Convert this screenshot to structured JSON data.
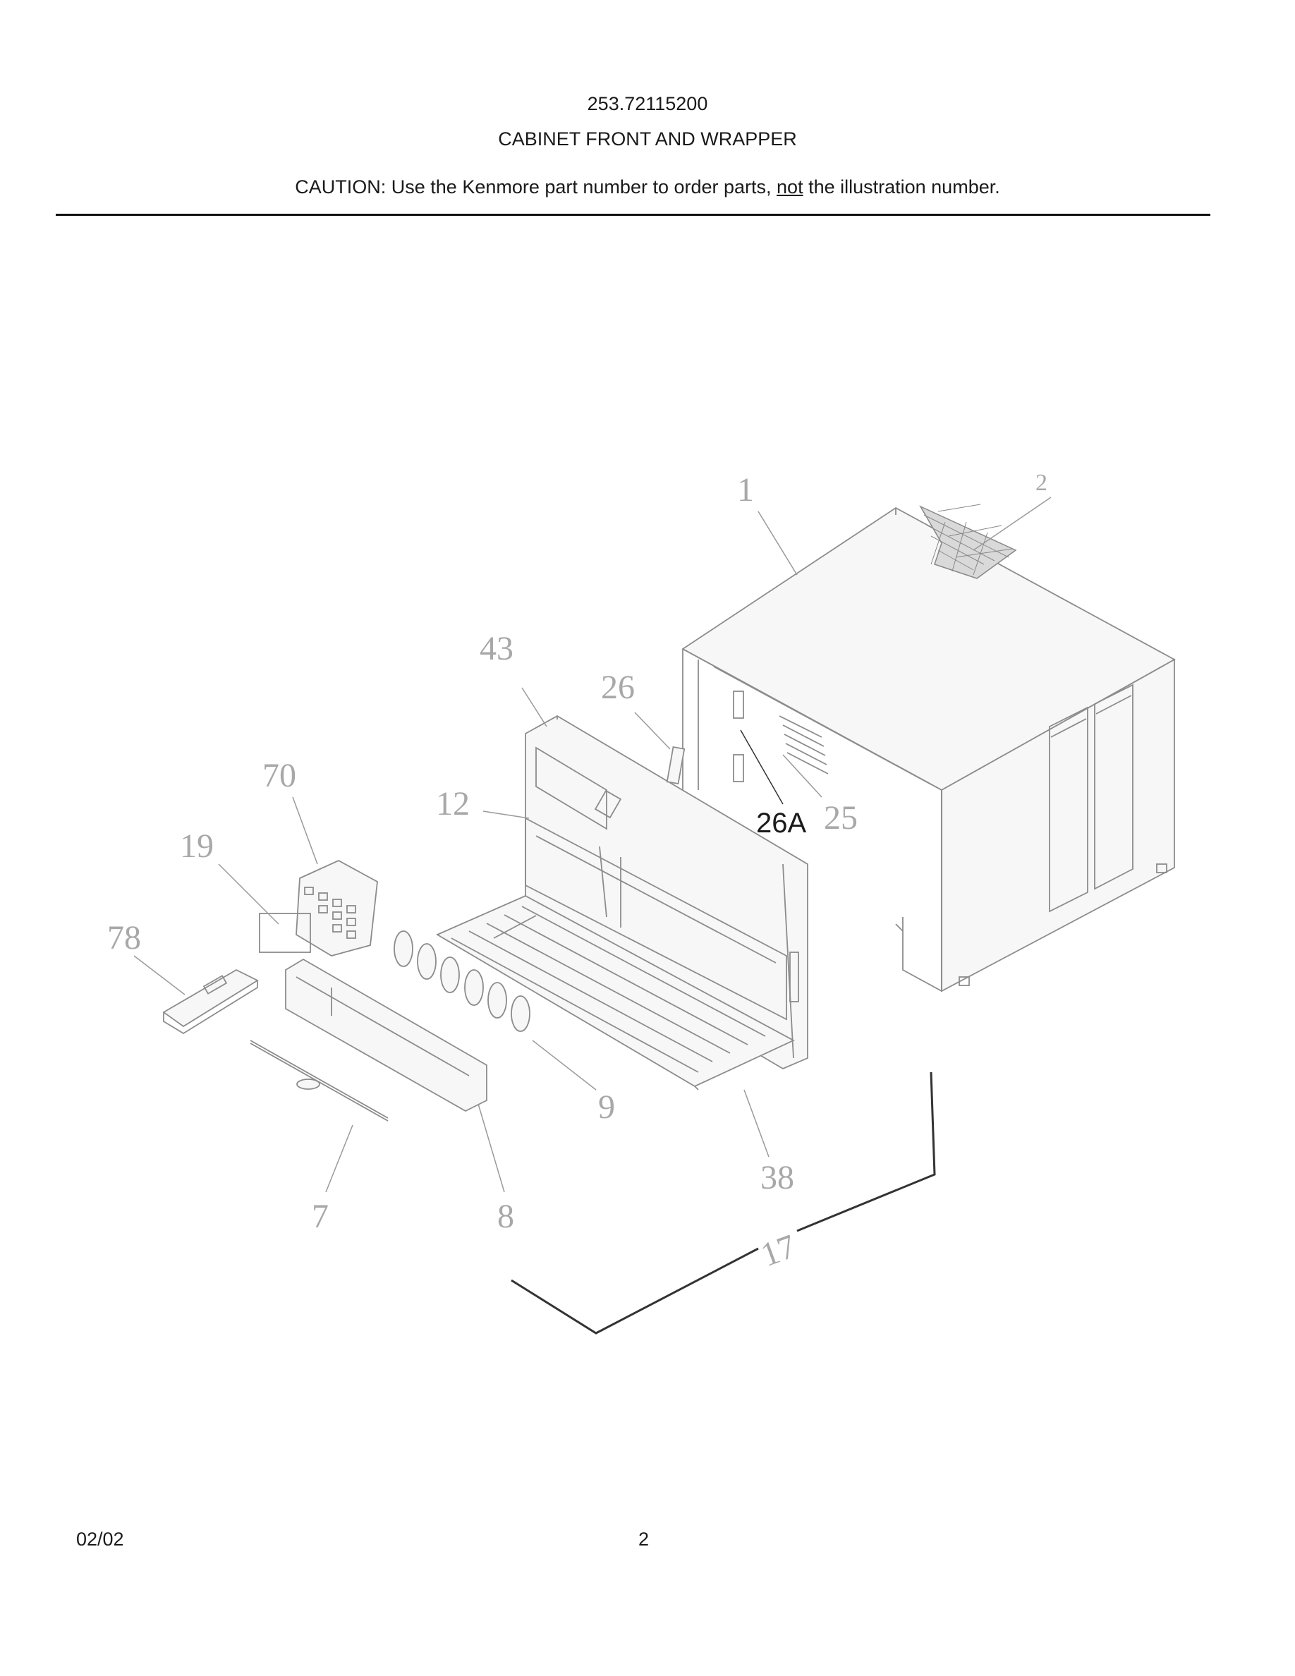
{
  "header": {
    "model_number": "253.72115200",
    "section_title": "CABINET FRONT AND WRAPPER",
    "caution_prefix": "CAUTION: Use the Kenmore part number to order parts, ",
    "caution_emphasis": "not",
    "caution_suffix": " the illustration number."
  },
  "callouts": {
    "c1": "1",
    "c2": "2",
    "c43": "43",
    "c26": "26",
    "c26A": "26A",
    "c25": "25",
    "c12": "12",
    "c70": "70",
    "c19": "19",
    "c78": "78",
    "c9": "9",
    "c38": "38",
    "c7": "7",
    "c8": "8",
    "c17": "17"
  },
  "footer": {
    "date": "02/02",
    "page": "2"
  }
}
